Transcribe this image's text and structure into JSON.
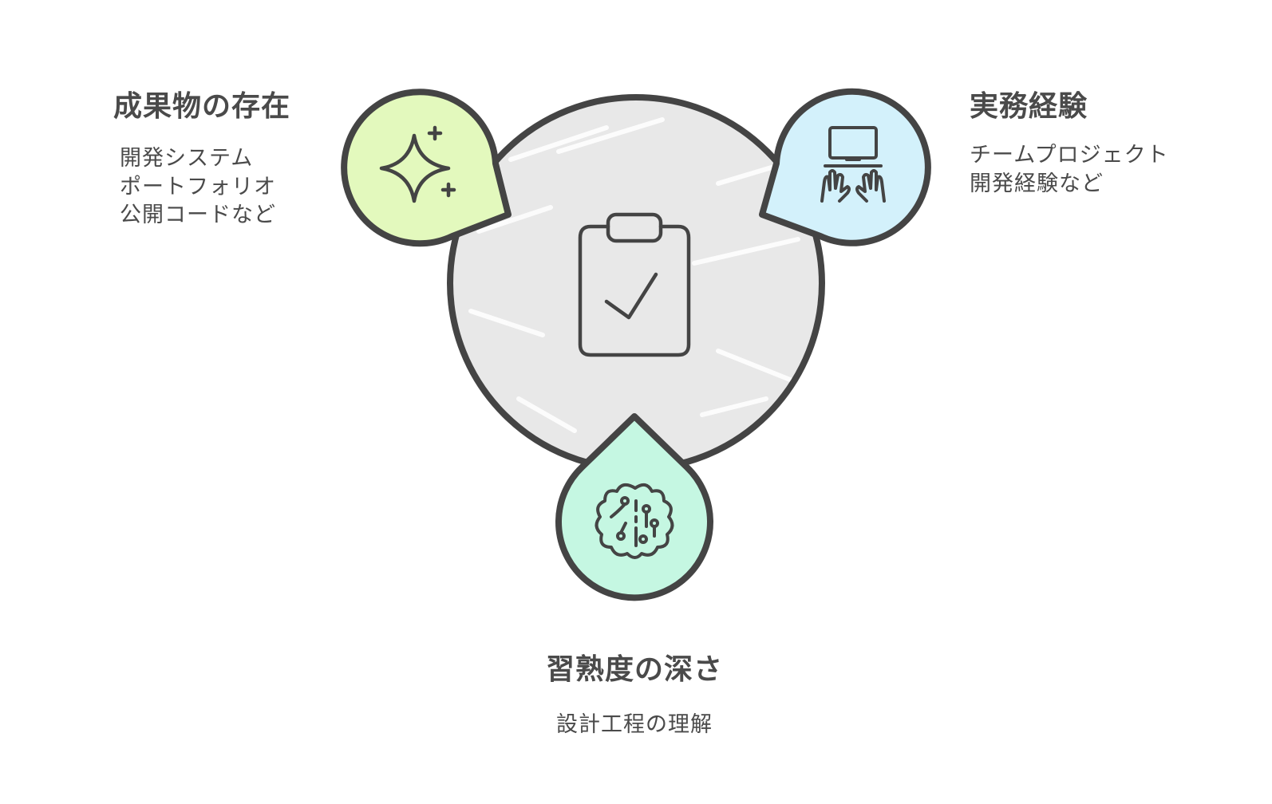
{
  "diagram": {
    "center": {
      "icon": "clipboard-check-icon",
      "fill": "#e8e8e8"
    },
    "nodes": [
      {
        "id": "artifacts",
        "icon": "sparkle-icon",
        "fill": "#e3f9bd",
        "title": "成果物の存在",
        "lines": [
          "開発システム",
          "ポートフォリオ",
          "公開コードなど"
        ]
      },
      {
        "id": "experience",
        "icon": "laptop-hands-icon",
        "fill": "#d3f1fb",
        "title": "実務経験",
        "lines": [
          "チームプロジェクト",
          "開発経験など"
        ]
      },
      {
        "id": "proficiency",
        "icon": "brain-circuit-icon",
        "fill": "#c5f7e2",
        "title": "習熟度の深さ",
        "lines": [
          "設計工程の理解"
        ]
      }
    ],
    "stroke_color": "#444444"
  }
}
